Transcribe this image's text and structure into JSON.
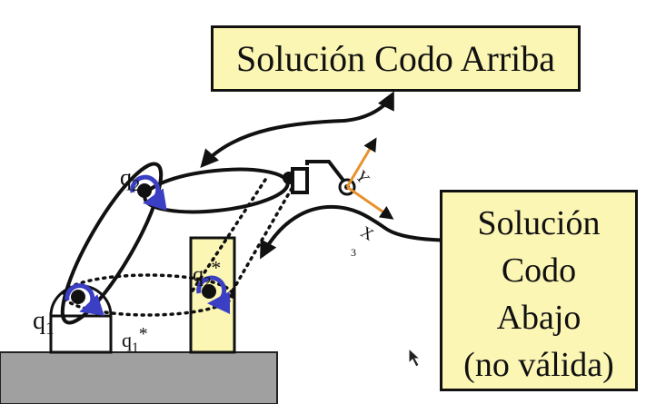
{
  "labels": {
    "elbow_up": "Solución Codo Arriba",
    "elbow_down_lines": [
      "Solución",
      "Codo",
      "Abajo",
      "(no válida)"
    ],
    "joint_q1": "q1",
    "joint_q1_star": "q1*",
    "joint_q2": "q2",
    "joint_q2_star": "q2*",
    "axis_y": "Y",
    "axis_x": "X",
    "frame_index": "3"
  },
  "colors": {
    "box_fill": "#fcf6b4",
    "link_stroke": "#111111",
    "joint_rotation": "#3a3fc4",
    "frame_axes": "#e8922e",
    "ground": "#a0a0a0"
  }
}
